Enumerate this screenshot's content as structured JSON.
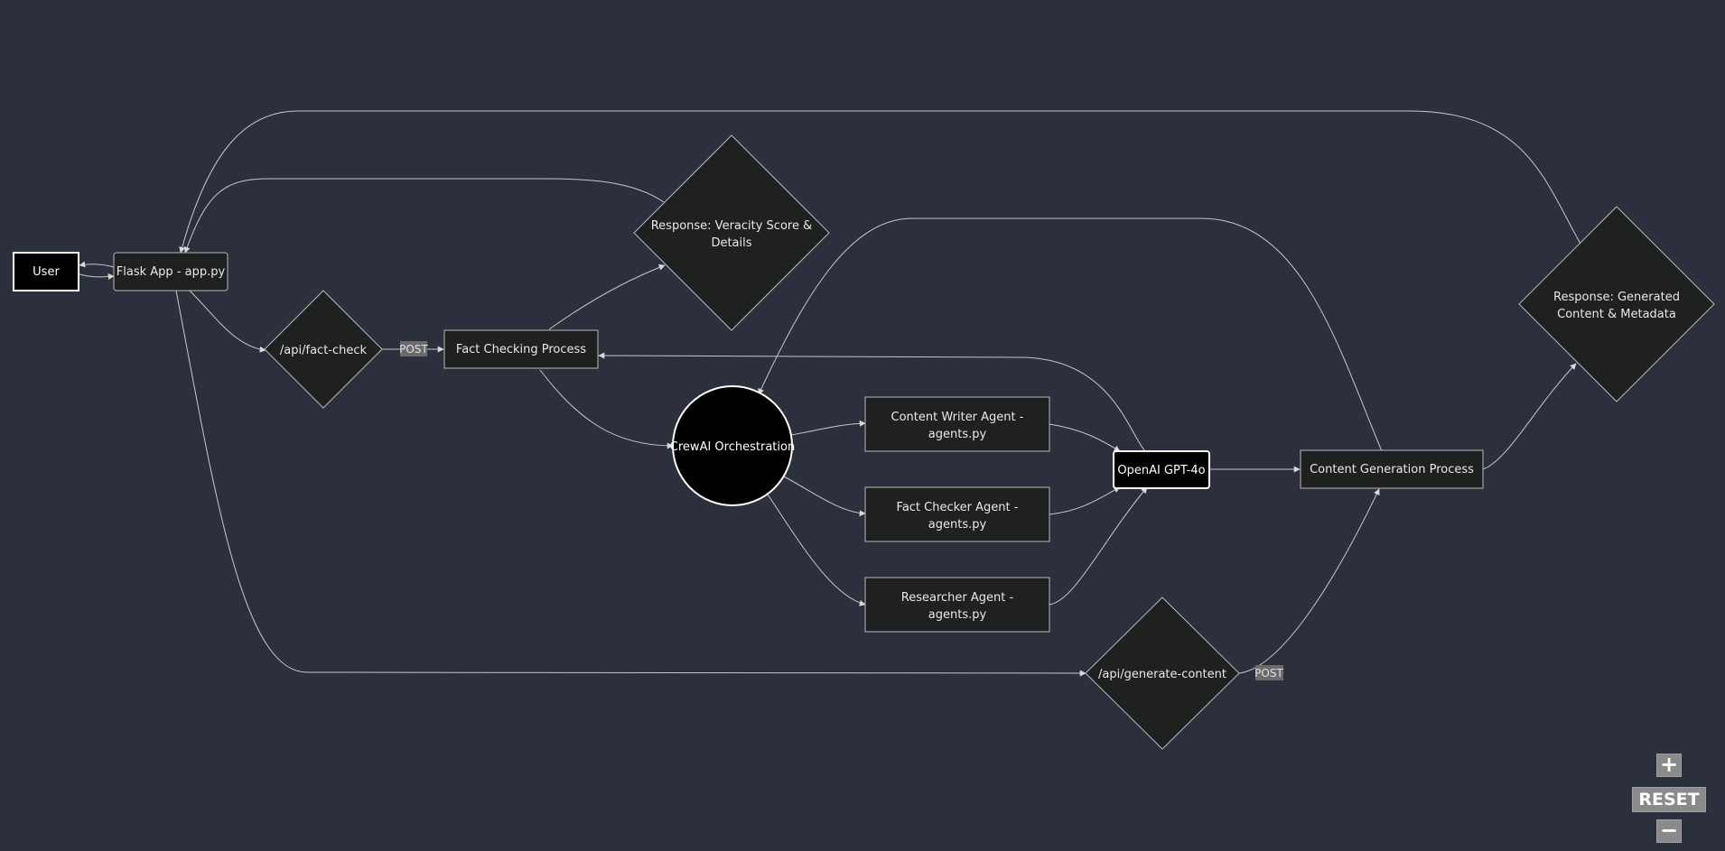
{
  "nodes": {
    "user": "User",
    "flask": "Flask App - app.py",
    "factcheck_api": "/api/fact-check",
    "factcheck_process": "Fact Checking Process",
    "veracity_response": [
      "Response: Veracity Score &",
      "Details"
    ],
    "crewai": "CrewAI Orchestration",
    "writer_agent": [
      "Content Writer Agent -",
      "agents.py"
    ],
    "checker_agent": [
      "Fact Checker Agent -",
      "agents.py"
    ],
    "researcher_agent": [
      "Researcher Agent -",
      "agents.py"
    ],
    "openai": "OpenAI GPT-4o",
    "content_process": "Content Generation Process",
    "content_response": [
      "Response: Generated",
      "Content & Metadata"
    ],
    "generate_api": "/api/generate-content"
  },
  "edge_labels": {
    "post_factcheck": "POST",
    "post_generate": "POST"
  },
  "controls": {
    "zoom_in": "+",
    "reset": "RESET",
    "zoom_out": "−"
  },
  "colors": {
    "background": "#2b303c",
    "node_fill": "#1f2020",
    "node_border": "#cccccc",
    "highlight_fill": "#000000",
    "highlight_border": "#ffffff",
    "edge": "#c8c8c8",
    "edge_label_bg": "#6b6b6b"
  }
}
